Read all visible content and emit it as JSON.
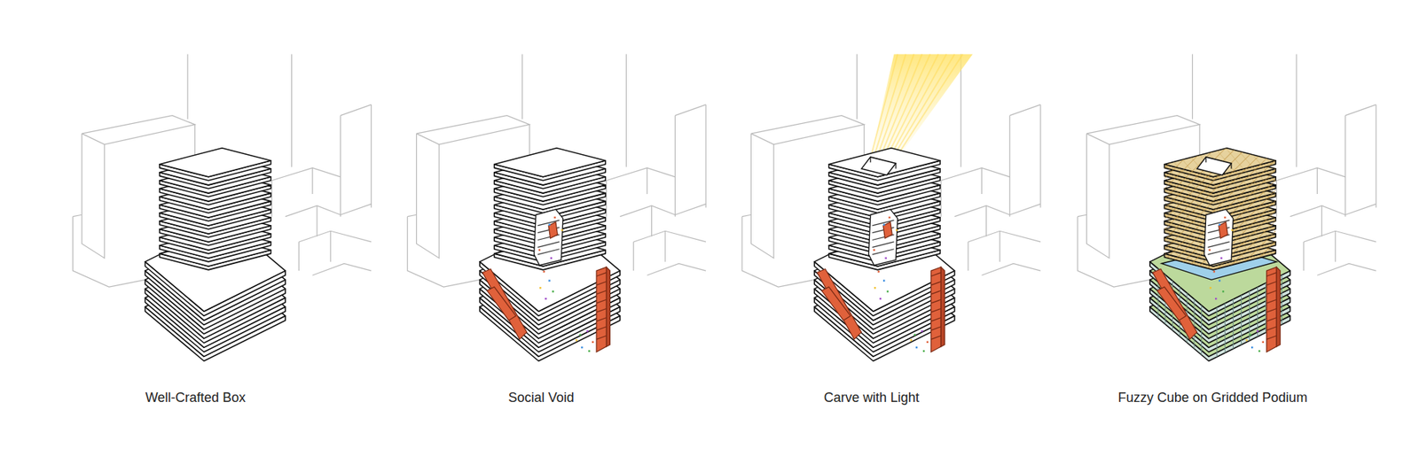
{
  "diagram": {
    "labels": [
      "Well-Crafted Box",
      "Social Void",
      "Carve with Light",
      "Fuzzy Cube on Gridded Podium"
    ]
  }
}
